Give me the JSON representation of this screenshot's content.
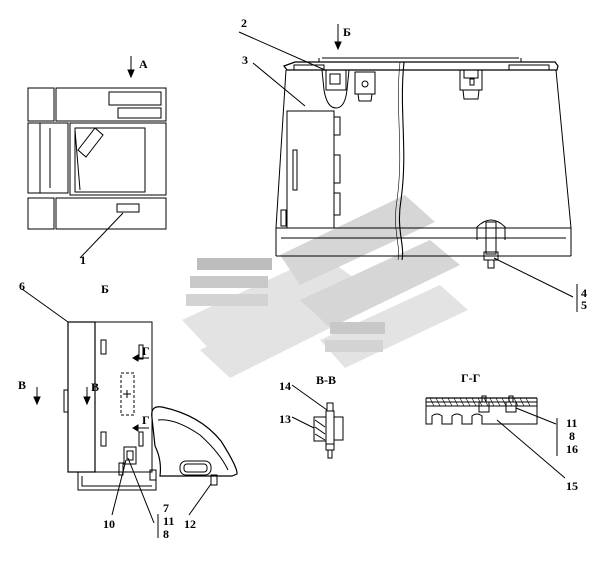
{
  "views": {
    "a": "А",
    "b_top": "Б",
    "b_side": "Б",
    "v_left": "В",
    "v_arrow": "В",
    "vv_section": "В-В",
    "g_arrow_1": "Г",
    "g_arrow_2": "Г",
    "gg_section": "Г-Г"
  },
  "callouts": {
    "c1": "1",
    "c2": "2",
    "c3": "3",
    "c4": "4",
    "c5": "5",
    "c6": "6",
    "c7": "7",
    "c8a": "8",
    "c8b": "8",
    "c10": "10",
    "c11a": "11",
    "c11b": "11",
    "c12": "12",
    "c13": "13",
    "c14": "14",
    "c15": "15",
    "c16": "16"
  },
  "colors": {
    "line": "#000000",
    "watermark_light": "#d9d9d9",
    "watermark_dark": "#bdbdbd"
  }
}
